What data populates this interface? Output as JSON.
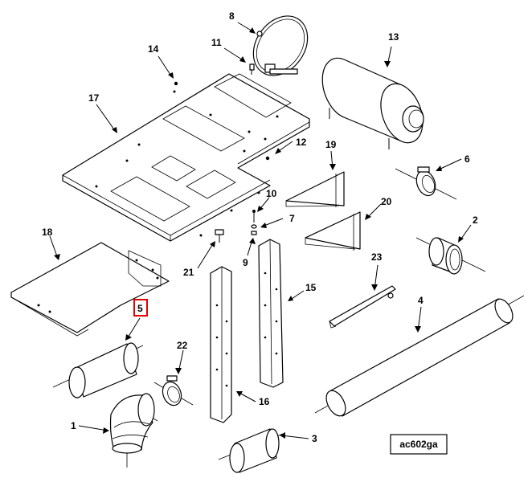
{
  "figure_id": "ac602ga",
  "highlighted_callout": "5",
  "highlight_color": "#e00000",
  "callouts": [
    "1",
    "2",
    "3",
    "4",
    "5",
    "6",
    "7",
    "8",
    "9",
    "10",
    "11",
    "12",
    "13",
    "14",
    "15",
    "16",
    "17",
    "18",
    "19",
    "20",
    "21",
    "22",
    "23"
  ]
}
